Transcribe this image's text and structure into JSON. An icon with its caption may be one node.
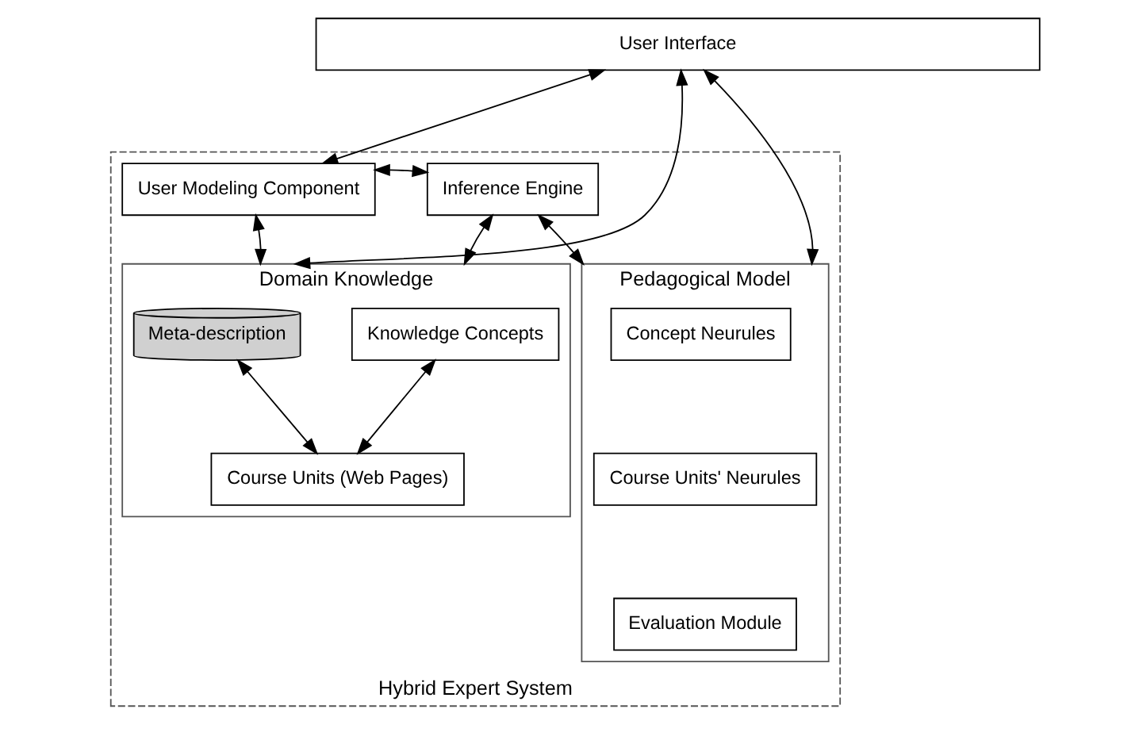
{
  "diagram": {
    "nodes": [
      {
        "text": [
          "User Interface"
        ]
      },
      {
        "text": [
          "Hybrid Expert System"
        ]
      },
      {
        "text": [
          "User Modeling Component"
        ],
        "in": 1
      },
      {
        "text": [
          "Inference Engine"
        ],
        "in": 1
      },
      {
        "text": [
          "Domain Knowledge"
        ],
        "in": 1
      },
      {
        "text": [
          "Meta-description"
        ],
        "in": 4
      },
      {
        "text": [
          "Knowledge Concepts"
        ],
        "in": 4
      },
      {
        "text": [
          "Course Units (Web Pages)"
        ],
        "in": 4
      },
      {
        "text": [
          "Pedagogical Model"
        ],
        "in": 1
      },
      {
        "text": [
          "Concept Neurules"
        ],
        "in": 8
      },
      {
        "text": [
          "Course Units' Neurules"
        ],
        "in": 8
      },
      {
        "text": [
          "Evaluation Module"
        ],
        "in": 8
      }
    ],
    "edges": [
      {
        "from": 0,
        "to": 2,
        "arrow": "both"
      },
      {
        "from": 0,
        "to": 4,
        "arrow": "both"
      },
      {
        "from": 0,
        "to": 8,
        "arrow": "both"
      },
      {
        "from": 2,
        "to": 3,
        "arrow": "both"
      },
      {
        "from": 2,
        "to": 4,
        "arrow": "both"
      },
      {
        "from": 3,
        "to": 4,
        "arrow": "both"
      },
      {
        "from": 3,
        "to": 8,
        "arrow": "both"
      },
      {
        "from": 5,
        "to": 7,
        "arrow": "both"
      },
      {
        "from": 6,
        "to": 7,
        "arrow": "both"
      }
    ]
  }
}
